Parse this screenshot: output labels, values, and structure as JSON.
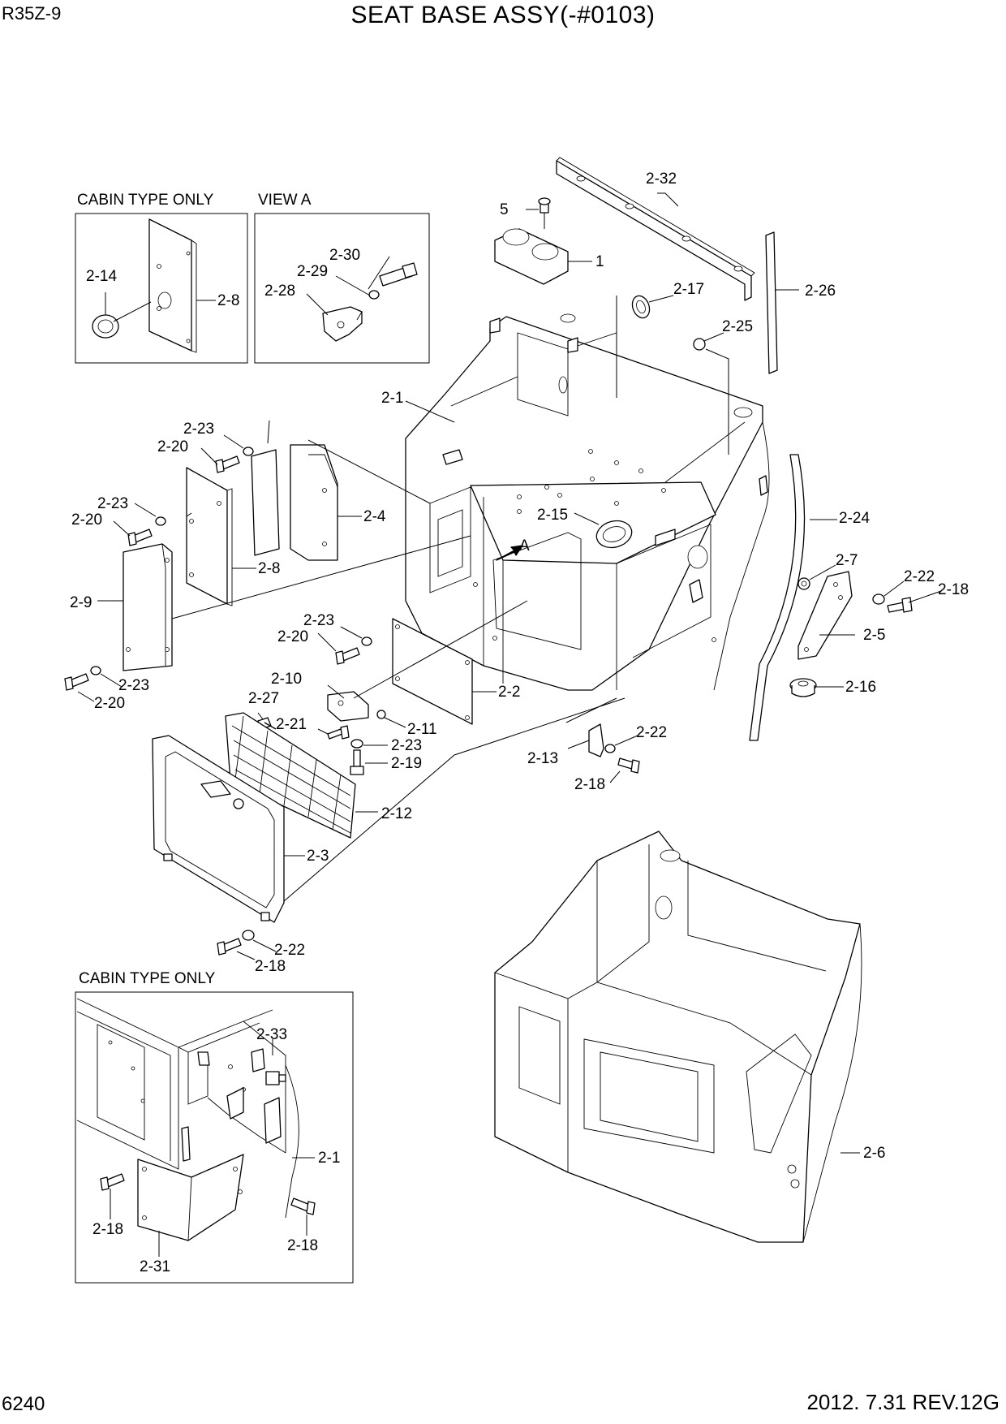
{
  "header": {
    "model": "R35Z-9",
    "title": "SEAT BASE ASSY(-#0103)"
  },
  "footer": {
    "page_number": "6240",
    "date_revision": "2012. 7.31  REV.12G"
  },
  "boxes": {
    "cabin_top": "CABIN TYPE ONLY",
    "view_a": "VIEW A",
    "cabin_bottom": "CABIN TYPE ONLY"
  },
  "arrow_label": "A",
  "callouts": {
    "c_2_32": "2-32",
    "c_5": "5",
    "c_1": "1",
    "c_2_26": "2-26",
    "c_2_17": "2-17",
    "c_2_25": "2-25",
    "c_2_14": "2-14",
    "c_2_8_box": "2-8",
    "c_2_30": "2-30",
    "c_2_29": "2-29",
    "c_2_28": "2-28",
    "c_2_1_main": "2-1",
    "c_2_23_a": "2-23",
    "c_2_20_a": "2-20",
    "c_2_4": "2-4",
    "c_2_23_b": "2-23",
    "c_2_20_b": "2-20",
    "c_2_8": "2-8",
    "c_2_9": "2-9",
    "c_2_15": "2-15",
    "c_2_24": "2-24",
    "c_2_7": "2-7",
    "c_2_22_a": "2-22",
    "c_2_18_a": "2-18",
    "c_2_5": "2-5",
    "c_2_16": "2-16",
    "c_2_23_c": "2-23",
    "c_2_20_c": "2-20",
    "c_2_23_d": "2-23",
    "c_2_20_d": "2-20",
    "c_2_10": "2-10",
    "c_2_2": "2-2",
    "c_2_27": "2-27",
    "c_2_21": "2-21",
    "c_2_11": "2-11",
    "c_2_23_e": "2-23",
    "c_2_19": "2-19",
    "c_2_22_b": "2-22",
    "c_2_13": "2-13",
    "c_2_18_b": "2-18",
    "c_2_12": "2-12",
    "c_2_3": "2-3",
    "c_2_22_c": "2-22",
    "c_2_18_c": "2-18",
    "c_2_33": "2-33",
    "c_2_1_box": "2-1",
    "c_2_18_d": "2-18",
    "c_2_18_e": "2-18",
    "c_2_31": "2-31",
    "c_2_6": "2-6"
  }
}
